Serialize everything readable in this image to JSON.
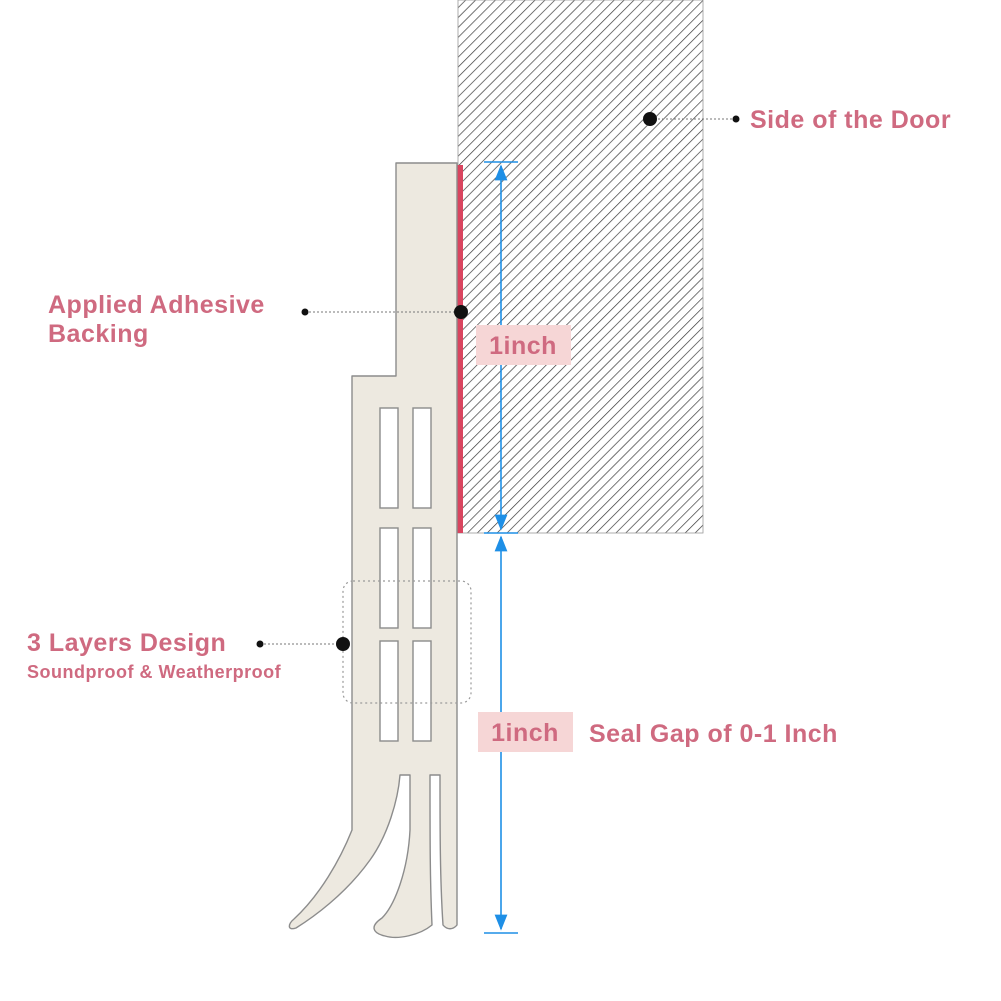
{
  "labels": {
    "door": "Side of the Door",
    "adhesive_line1": "Applied Adhesive",
    "adhesive_line2": "Backing",
    "layers_title": "3 Layers Design",
    "layers_sub": "Soundproof & Weatherproof",
    "seal_gap": "Seal Gap of 0-1 Inch"
  },
  "dimensions": {
    "upper": "1inch",
    "lower": "1inch"
  },
  "colors": {
    "text": "#cf6a80",
    "dim_badge": "#f6d6d6",
    "arrow": "#1e8fe6",
    "seal_fill": "#ede9e0",
    "seal_stroke": "#8c8c8c",
    "adhesive": "#d9455f",
    "door_hatch": "#3a3a3a"
  }
}
